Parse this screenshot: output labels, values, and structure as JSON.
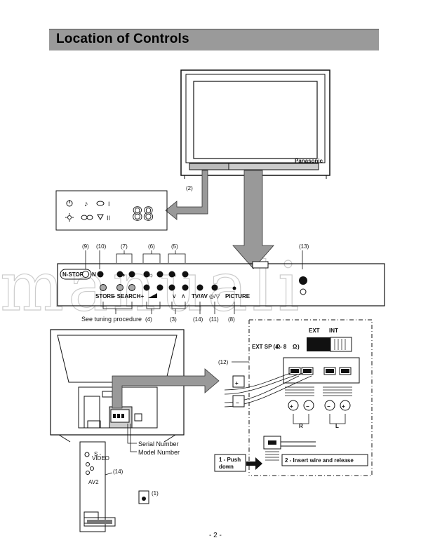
{
  "header": {
    "title": "Location of Controls"
  },
  "tv_front": {
    "brand": "Panasonic"
  },
  "display_panel": {
    "digits": "88",
    "mode_one": "I",
    "mode_two": "II"
  },
  "callouts": {
    "c1": "(1)",
    "c2": "(2)",
    "c3": "(3)",
    "c4": "(4)",
    "c5": "(5)",
    "c6": "(6)",
    "c7": "(7)",
    "c8": "(8)",
    "c9": "(9)",
    "c10": "(10)",
    "c11": "(11)",
    "c12": "(12)",
    "c13": "(13)",
    "c14a": "(14)",
    "c14b": "(14)"
  },
  "control_panel": {
    "n_store": "N-STORE",
    "n": "N",
    "store": "STORE",
    "search": "– SEARCH+",
    "tv_av": "TV/AV",
    "picture": "PICTURE",
    "see_tuning": "See  tuning  procedure"
  },
  "speaker": {
    "ext": "EXT",
    "int": "INT",
    "ext_sp": "EXT SP (4",
    "ohm_mid": "- 8",
    "ohm_end": ")",
    "r": "R",
    "l": "L",
    "push_1": "1 - Push",
    "push_2": "down",
    "insert": "2 - Insert wire and release"
  },
  "rear": {
    "serial": "Serial  Number",
    "model": "Model  Number"
  },
  "av_panel": {
    "s": "S -",
    "video": "VIDEO",
    "av": "AV2"
  },
  "watermark": "manuali",
  "page_number": "- 2 -"
}
